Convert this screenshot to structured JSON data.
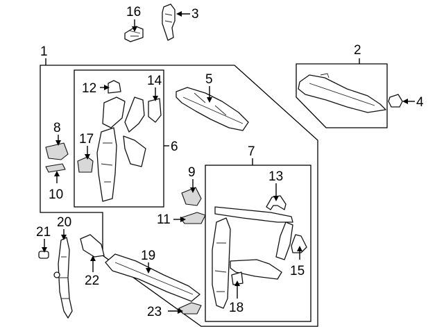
{
  "callouts": {
    "c1": "1",
    "c2": "2",
    "c3": "3",
    "c4": "4",
    "c5": "5",
    "c6": "6",
    "c7": "7",
    "c8": "8",
    "c9": "9",
    "c10": "10",
    "c11": "11",
    "c12": "12",
    "c13": "13",
    "c14": "14",
    "c15": "15",
    "c16": "16",
    "c17": "17",
    "c18": "18",
    "c19": "19",
    "c20": "20",
    "c21": "21",
    "c22": "22",
    "c23": "23"
  },
  "colors": {
    "line": "#000000",
    "part_fill": "#ffffff",
    "shade": "#d8d8d8"
  }
}
